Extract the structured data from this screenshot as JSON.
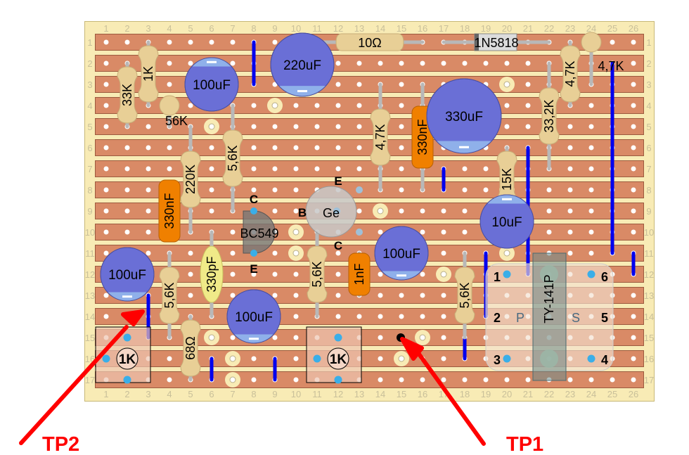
{
  "title": "Stripboard layout",
  "colors": {
    "board": "#f8ebb5",
    "board_edge": "#c8b878",
    "strip": "#d98a66",
    "strip_edge": "#9c5a3e",
    "hole": "#ffffff",
    "index_text": "#c9c09a",
    "resistor": "#e8cf96",
    "lead": "#b8b8b8",
    "cap_elec": "#6a6fd6",
    "cap_elec_band": "#8fb0ea",
    "cap_film": "#f08000",
    "cap_ceramic": "#f0ea88",
    "wire_link": "#0000ee",
    "pad_ring": "#f8ebb5",
    "annotation": "#ff0000",
    "pin_dot": "#3aaee8"
  },
  "grid": {
    "columns": 26,
    "rows": 17,
    "column_labels": [
      "1",
      "2",
      "3",
      "4",
      "5",
      "6",
      "7",
      "8",
      "9",
      "10",
      "11",
      "12",
      "13",
      "14",
      "15",
      "16",
      "17",
      "18",
      "19",
      "20",
      "21",
      "22",
      "23",
      "24",
      "25",
      "26"
    ],
    "row_labels": [
      "1",
      "2",
      "3",
      "4",
      "5",
      "6",
      "7",
      "8",
      "9",
      "10",
      "11",
      "12",
      "13",
      "14",
      "15",
      "16",
      "17"
    ]
  },
  "resistors": [
    {
      "label": "1K",
      "col": 3,
      "from": 1,
      "to": 4
    },
    {
      "label": "33K",
      "col": 2,
      "from": 2,
      "to": 5
    },
    {
      "label": "56K",
      "col": 4,
      "from": 4,
      "to": 5,
      "standing": true
    },
    {
      "label": "5,6K",
      "col": 7,
      "from": 4,
      "to": 9
    },
    {
      "label": "220K",
      "col": 5,
      "from": 5,
      "to": 10
    },
    {
      "label": "4,7K",
      "col": 14,
      "from": 3,
      "to": 8
    },
    {
      "label": "33,2K",
      "col": 22,
      "from": 2,
      "to": 7
    },
    {
      "label": "4,7K",
      "col": 23,
      "from": 1,
      "to": 4
    },
    {
      "label": "4,7K",
      "col": 24,
      "from": 1,
      "to": 3,
      "standing": true
    },
    {
      "label": "15K",
      "col": 20,
      "from": 6,
      "to": 9
    },
    {
      "label": "5,6K",
      "col": 4,
      "from": 11,
      "to": 15
    },
    {
      "label": "5,6K",
      "col": 11,
      "from": 10,
      "to": 14
    },
    {
      "label": "5,6K",
      "col": 18,
      "from": 11,
      "to": 15
    },
    {
      "label": "68Ω",
      "col": 5,
      "from": 14,
      "to": 17
    },
    {
      "label": "10Ω",
      "row": 1,
      "from": 11,
      "to": 16,
      "horizontal": true
    }
  ],
  "diode": {
    "label": "1N5818",
    "row": 1,
    "from": 17,
    "to": 22
  },
  "electrolytics": [
    {
      "label": "220uF",
      "col": 10,
      "row": 2,
      "size": "large",
      "minus": "bottom"
    },
    {
      "label": "100uF",
      "col": 6,
      "row": 3,
      "size": "medium",
      "minus": "top"
    },
    {
      "label": "330uF",
      "col": 18,
      "row": 4.5,
      "size": "xlarge",
      "minus": "bottom"
    },
    {
      "label": "10uF",
      "col": 20,
      "row": 9.5,
      "size": "medium",
      "minus": "top"
    },
    {
      "label": "100uF",
      "col": 15,
      "row": 11,
      "size": "medium",
      "minus": "bottom"
    },
    {
      "label": "100uF",
      "col": 2,
      "row": 12,
      "size": "medium",
      "minus": "bottom"
    },
    {
      "label": "100uF",
      "col": 8,
      "row": 14,
      "size": "medium",
      "minus": "bottom"
    }
  ],
  "film_caps": [
    {
      "label": "330nF",
      "col": 4,
      "from": 8,
      "to": 10
    },
    {
      "label": "330nF",
      "col": 16,
      "from": 3,
      "to": 8
    },
    {
      "label": "1nF",
      "col": 13,
      "from": 11,
      "to": 13
    },
    {
      "label": "330pF",
      "col": 6,
      "from": 10,
      "to": 14,
      "ceramic": true
    }
  ],
  "transistors": [
    {
      "label": "BC549",
      "pins": {
        "C": "C",
        "E": "E"
      },
      "col": 8,
      "row": 10
    },
    {
      "label": "Ge",
      "pins": {
        "B": "B",
        "E": "E",
        "C": "C"
      },
      "col": 12,
      "row": 9
    }
  ],
  "trimmers": [
    {
      "label": "1K",
      "col": 2,
      "row": 16
    },
    {
      "label": "1K",
      "col": 12,
      "row": 16
    }
  ],
  "transformer": {
    "label": "TY-141P",
    "primary": "P",
    "secondary": "S",
    "pins": [
      "1",
      "2",
      "3",
      "4",
      "5",
      "6"
    ]
  },
  "wire_links": [
    {
      "col": 8,
      "from": 1,
      "to": 3
    },
    {
      "col": 25,
      "from": 2,
      "to": 11
    },
    {
      "col": 17,
      "from": 7,
      "to": 8
    },
    {
      "col": 21,
      "from": 6,
      "to": 12
    },
    {
      "col": 26,
      "from": 11,
      "to": 12
    },
    {
      "col": 19,
      "from": 11,
      "to": 14
    },
    {
      "col": 18,
      "from": 14,
      "to": 16
    },
    {
      "col": 3,
      "from": 13,
      "to": 15
    },
    {
      "col": 6,
      "from": 16,
      "to": 17
    },
    {
      "col": 9,
      "from": 16,
      "to": 17
    }
  ],
  "cuts": [
    {
      "col": 9,
      "row": 4
    },
    {
      "col": 6,
      "row": 5
    },
    {
      "col": 4,
      "row": 8
    },
    {
      "col": 16,
      "row": 6
    },
    {
      "col": 20,
      "row": 3
    },
    {
      "col": 10,
      "row": 10
    },
    {
      "col": 10,
      "row": 11
    },
    {
      "col": 14,
      "row": 9
    },
    {
      "col": 17,
      "row": 12
    },
    {
      "col": 20,
      "row": 8
    },
    {
      "col": 20,
      "row": 11
    },
    {
      "col": 16,
      "row": 15
    },
    {
      "col": 15,
      "row": 16
    },
    {
      "col": 6,
      "row": 15
    },
    {
      "col": 7,
      "row": 16
    },
    {
      "col": 7,
      "row": 17
    }
  ],
  "test_point_dot": {
    "col": 15,
    "row": 15
  },
  "annotations": [
    {
      "label": "TP2"
    },
    {
      "label": "TP1"
    }
  ]
}
